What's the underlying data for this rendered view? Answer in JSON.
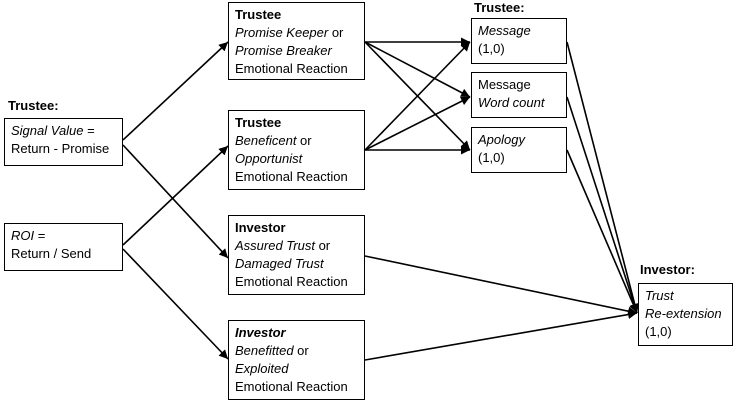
{
  "labels": {
    "trustee_left": "Trustee:",
    "trustee_right": "Trustee:",
    "investor_right": "Investor:"
  },
  "nodes": {
    "signal_value": {
      "line1_italic": "Signal Value",
      "line1_rest": " =",
      "line2": "Return - Promise"
    },
    "roi": {
      "line1_italic": "ROI",
      "line1_rest": " =",
      "line2": "Return / Send"
    },
    "promise_keeper": {
      "title": "Trustee",
      "italic1": "Promise Keeper",
      "or1": " or",
      "italic2": "Promise Breaker",
      "line3": "Emotional Reaction"
    },
    "beneficent": {
      "title": "Trustee",
      "italic1": "Beneficent",
      "or1": " or",
      "italic2": "Opportunist",
      "line3": "Emotional Reaction"
    },
    "assured_trust": {
      "title": "Investor",
      "italic1": "Assured Trust",
      "or1": " or",
      "italic2": "Damaged Trust",
      "line3": "Emotional Reaction"
    },
    "benefitted": {
      "title": "Investor",
      "italic1": "Benefitted",
      "or1": " or",
      "italic2": "Exploited",
      "line3": "Emotional Reaction"
    },
    "message": {
      "line1": "Message",
      "line2": "(1,0)"
    },
    "word_count": {
      "line1": "Message",
      "line2": "Word count"
    },
    "apology": {
      "line1": "Apology",
      "line2": "(1,0)"
    },
    "trust_reextension": {
      "line1": "Trust",
      "line2": "Re-extension",
      "line3": "(1,0)"
    }
  }
}
